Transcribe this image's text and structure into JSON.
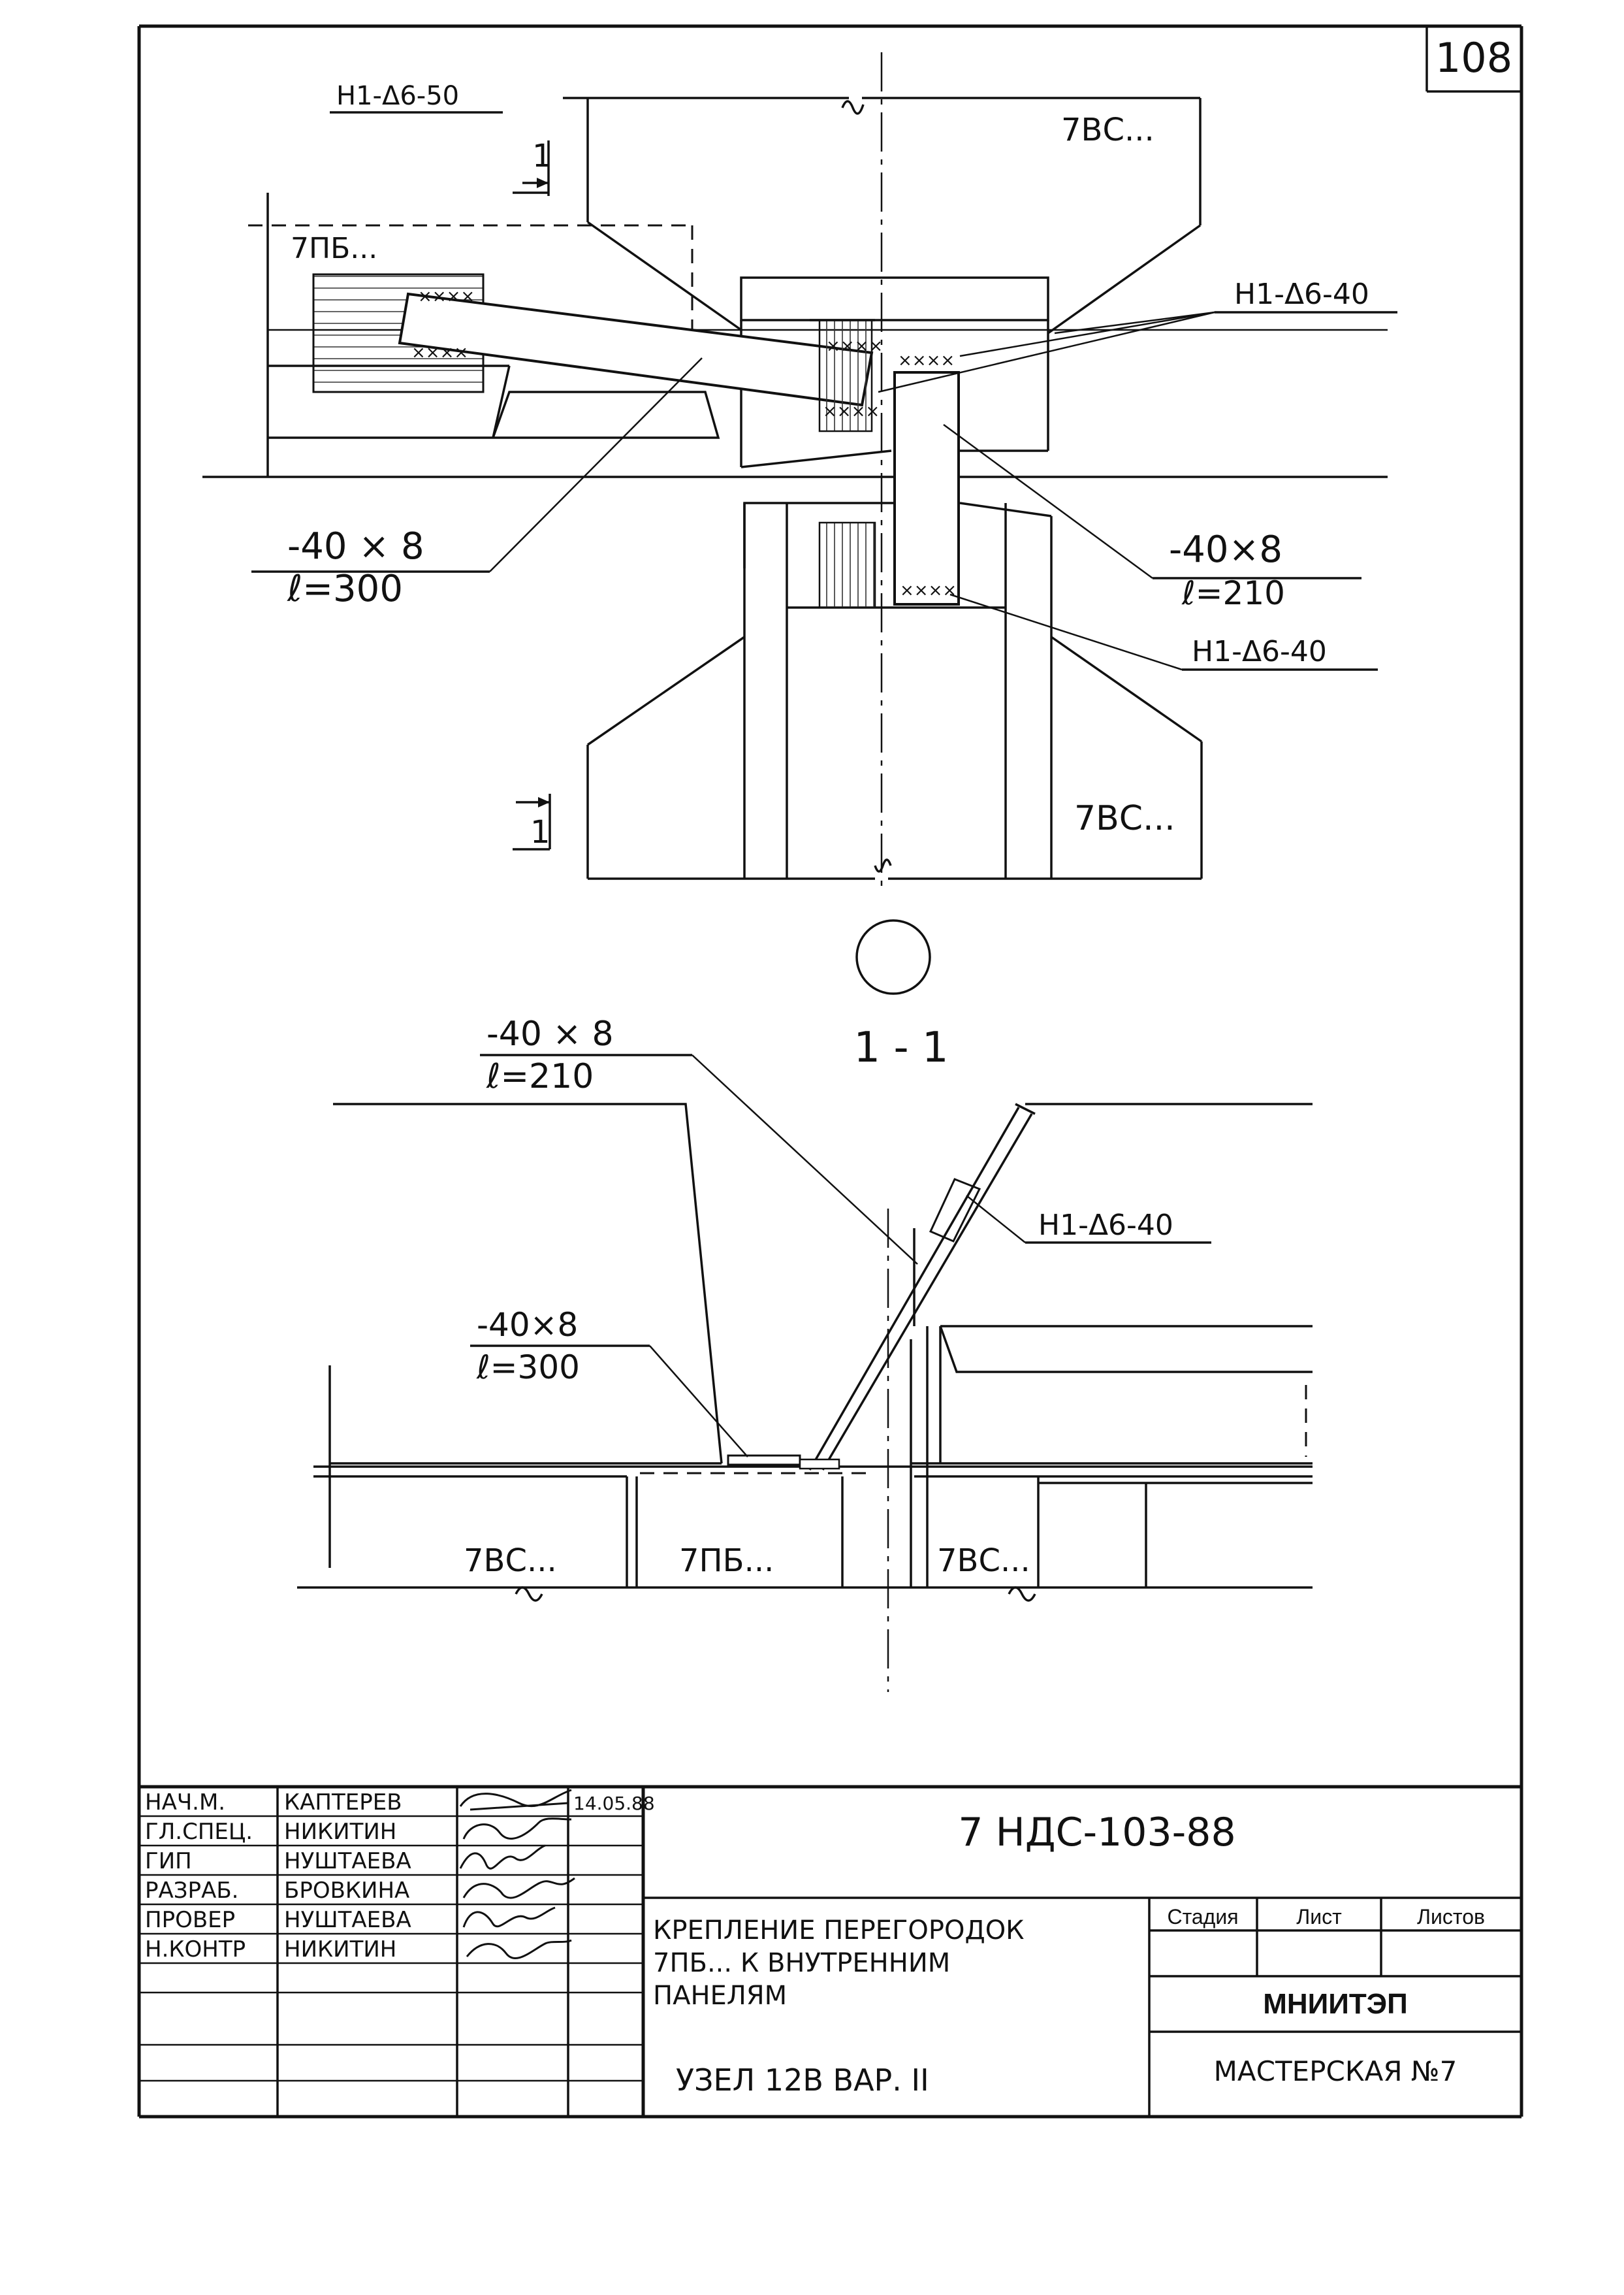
{
  "sheet_number": "108",
  "plan_view": {
    "ref_weld_top_left": "Н1-Δ6-50",
    "panel_top_right": "7ВС...",
    "partition_label": "7ПБ...",
    "ref_weld_right": "Н1-Δ6-40",
    "plate_300_size": "-40 × 8",
    "plate_300_length": "ℓ=300",
    "plate_210_size": "-40×8",
    "plate_210_length": "ℓ=210",
    "ref_weld_lower": "Н1-Δ6-40",
    "panel_bottom_right": "7ВС...",
    "section_mark_top": "1",
    "section_mark_bottom": "1",
    "weld_marks": "××××"
  },
  "section_view": {
    "title": "1 - 1",
    "plate_210_size": "-40 × 8",
    "plate_210_length": "ℓ=210",
    "ref_weld": "Н1-Δ6-40",
    "plate_300_size": "-40×8",
    "plate_300_length": "ℓ=300",
    "label_left": "7ВС...",
    "label_middle": "7ПБ...",
    "label_right": "7ВС..."
  },
  "title_block": {
    "document_code": "7 НДС-103-88",
    "title_line1": "КРЕПЛЕНИЕ ПЕРЕГОРОДОК",
    "title_line2": "7ПБ... К ВНУТРЕННИМ",
    "title_line3": "ПАНЕЛЯМ",
    "subtitle": "УЗЕЛ 12В ВАР. II",
    "col_stage": "Стадия",
    "col_sheet": "Лист",
    "col_sheets": "Листов",
    "organization": "МНИИТЭП",
    "workshop": "МАСТЕРСКАЯ №7",
    "date": "14.05.88",
    "signatories": [
      {
        "role": "НАЧ.М.",
        "name": "КАПТЕРЕВ"
      },
      {
        "role": "ГЛ.СПЕЦ.",
        "name": "НИКИТИН"
      },
      {
        "role": "ГИП",
        "name": "НУШТАЕВА"
      },
      {
        "role": "РАЗРАБ.",
        "name": "БРОВКИНА"
      },
      {
        "role": "ПРОВЕР",
        "name": "НУШТАЕВА"
      },
      {
        "role": "Н.КОНТР",
        "name": "НИКИТИН"
      }
    ]
  }
}
